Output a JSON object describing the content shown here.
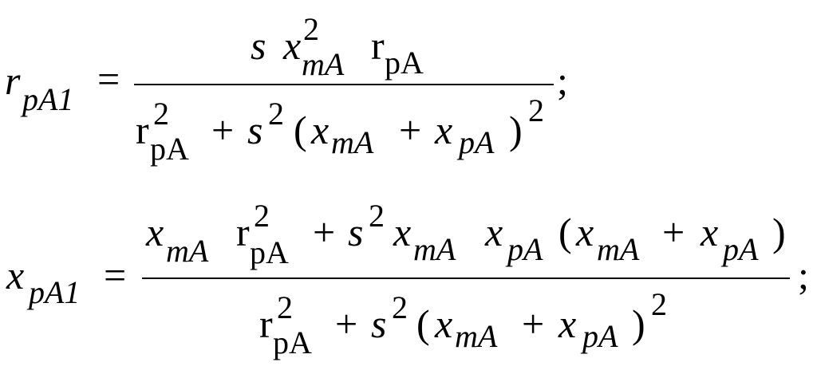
{
  "equations": [
    {
      "lhs": {
        "base": "r",
        "sub": "pA1"
      },
      "eq": "=",
      "num": {
        "s": "s",
        "x": "x",
        "x_sup": "2",
        "x_sub": "mA",
        "r": "r",
        "r_sub": "pA"
      },
      "den": {
        "r": "r",
        "r_sup": "2",
        "r_sub": "pA",
        "plus": "+",
        "s": "s",
        "s_sup": "2",
        "lparen": "(",
        "x1": "x",
        "x1_sub": "mA",
        "plus2": "+",
        "x2": "x",
        "x2_sub": "pA",
        "rparen": ")",
        "paren_sup": "2"
      },
      "end": ";"
    },
    {
      "lhs": {
        "base": "x",
        "sub": "pA1"
      },
      "eq": "=",
      "num": {
        "x1": "x",
        "x1_sub": "mA",
        "r": "r",
        "r_sup": "2",
        "r_sub": "pA",
        "plus": "+",
        "s": "s",
        "s_sup": "2",
        "x2": "x",
        "x2_sub": "mA",
        "x3": "x",
        "x3_sub": "pA",
        "lparen": "(",
        "x4": "x",
        "x4_sub": "mA",
        "plus2": "+",
        "x5": "x",
        "x5_sub": "pA",
        "rparen": ")"
      },
      "den": {
        "r": "r",
        "r_sup": "2",
        "r_sub": "pA",
        "plus": "+",
        "s": "s",
        "s_sup": "2",
        "lparen": "(",
        "x1": "x",
        "x1_sub": "mA",
        "plus2": "+",
        "x2": "x",
        "x2_sub": "pA",
        "rparen": ")",
        "paren_sup": "2"
      },
      "end": ";"
    }
  ]
}
